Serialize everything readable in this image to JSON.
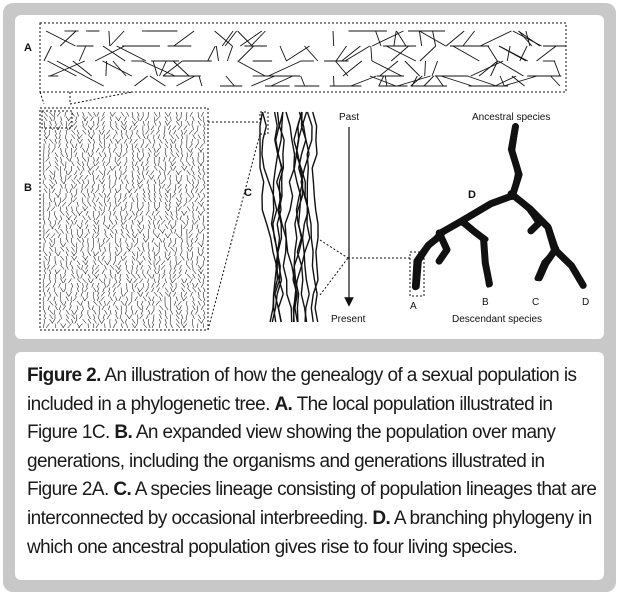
{
  "panel_labels": {
    "a": "A",
    "b": "B",
    "c": "C",
    "d": "D"
  },
  "time_axis": {
    "past": "Past",
    "present": "Present"
  },
  "tree": {
    "ancestral": "Ancestral species",
    "descendant": "Descendant species",
    "tips": [
      "A",
      "B",
      "C",
      "D"
    ]
  },
  "caption": {
    "figure": "Figure 2.",
    "intro": " An illustration of how the genealogy of a sexual population is included in a phylogenetic tree. ",
    "a_label": "A.",
    "a_text": " The local population illustrated in Figure 1C. ",
    "b_label": "B.",
    "b_text": " An expanded view showing the population over many generations, including the organisms and generations illustrated in Figure 2A. ",
    "c_label": "C.",
    "c_text": " A species lineage consisting of population lineages that are interconnected by occasional interbreeding. ",
    "d_label": "D.",
    "d_text": " A branching phylogeny in which one ancestral population gives rise to four living species."
  },
  "colors": {
    "frame": "#c8c8c8",
    "ink": "#111111"
  }
}
